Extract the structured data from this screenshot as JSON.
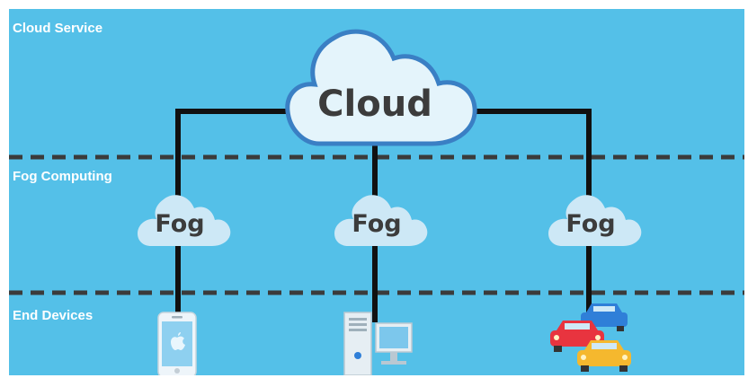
{
  "diagram": {
    "background_color": "#54c0e8",
    "layers": [
      {
        "key": "cloud_service",
        "label": "Cloud Service"
      },
      {
        "key": "fog_computing",
        "label": "Fog Computing"
      },
      {
        "key": "end_devices",
        "label": "End Devices"
      }
    ],
    "cloud": {
      "label": "Cloud",
      "fill": "#e4f4fb",
      "outline": "#3a7fc4"
    },
    "fog_nodes": [
      {
        "label": "Fog",
        "icon": "fog-cloud-icon"
      },
      {
        "label": "Fog",
        "icon": "fog-cloud-icon"
      },
      {
        "label": "Fog",
        "icon": "fog-cloud-icon"
      }
    ],
    "end_devices": [
      {
        "icon": "smartphone-icon"
      },
      {
        "icon": "desktop-computer-icon"
      },
      {
        "icon": "cars-icon"
      }
    ],
    "colors": {
      "link": "#111111",
      "layer_divider": "#3b3b3b",
      "fog_fill": "#cde8f6",
      "label_text": "#ffffff",
      "car_red": "#e8343f",
      "car_blue": "#2f7fd8",
      "car_yellow": "#f5b82e"
    }
  }
}
